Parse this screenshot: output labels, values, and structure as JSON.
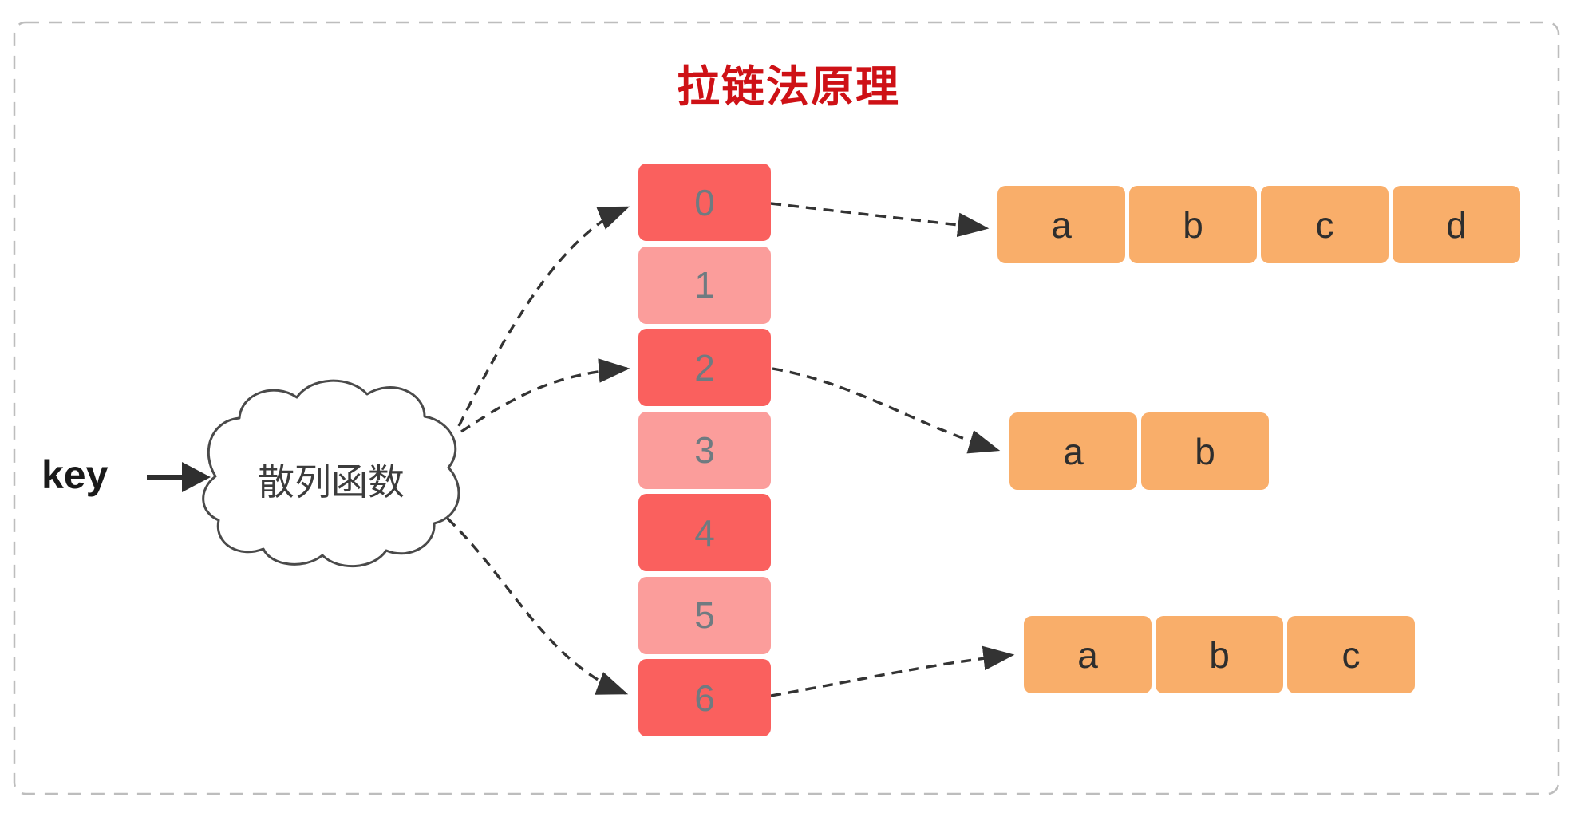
{
  "title": "拉链法原理",
  "key_label": "key",
  "hash_function_label": "散列函数",
  "colors": {
    "canvas-bg": "#FFFFFF",
    "title-red": "#CE1116",
    "key-text": "#1A1A1A",
    "cloud-outline": "#4A4A4A",
    "cloud-text": "#3C3C3C",
    "bucket-dark": "#FA605E",
    "bucket-light": "#FB9D9B",
    "bucket-number": "#6F7B81",
    "chain-orange": "#F9AE6A",
    "chain-letter": "#2E2E2E",
    "arrow-dark": "#333333",
    "border-gray": "#BDBDBD"
  },
  "array": {
    "buckets": [
      {
        "label": "0",
        "variant": "dark"
      },
      {
        "label": "1",
        "variant": "light"
      },
      {
        "label": "2",
        "variant": "dark"
      },
      {
        "label": "3",
        "variant": "light"
      },
      {
        "label": "4",
        "variant": "dark"
      },
      {
        "label": "5",
        "variant": "light"
      },
      {
        "label": "6",
        "variant": "dark"
      }
    ]
  },
  "chains": [
    {
      "from_bucket": "0",
      "cells": [
        "a",
        "b",
        "c",
        "d"
      ]
    },
    {
      "from_bucket": "2",
      "cells": [
        "a",
        "b"
      ]
    },
    {
      "from_bucket": "6",
      "cells": [
        "a",
        "b",
        "c"
      ]
    }
  ]
}
